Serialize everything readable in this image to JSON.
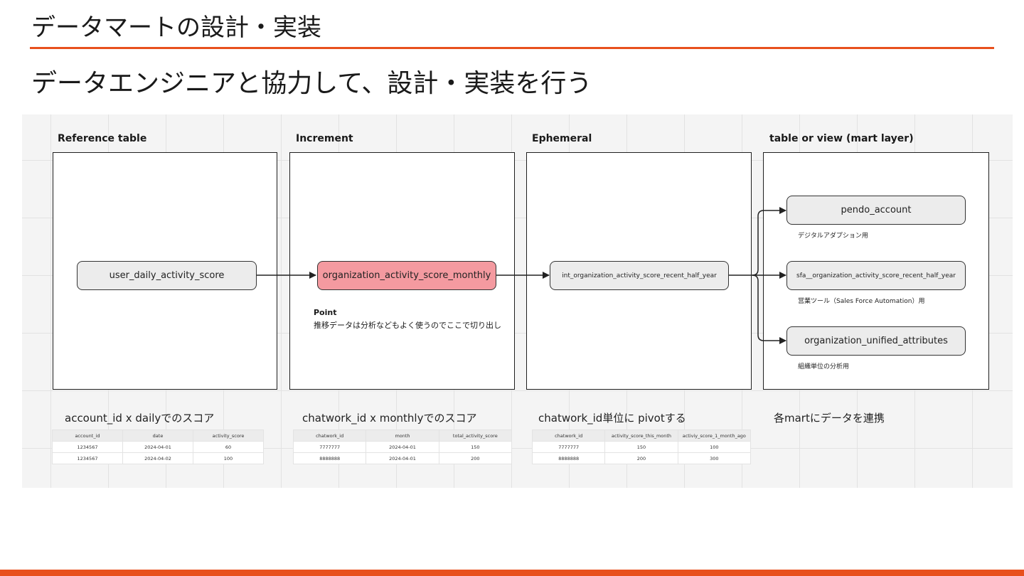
{
  "page": {
    "title": "データマートの設計・実装",
    "subtitle": "データエンジニアと協力して、設計・実装を行う"
  },
  "accent_color": "#e8501d",
  "highlight_color": "#f49aa0",
  "columns": [
    {
      "header": "Reference table",
      "caption": "account_id x dailyでのスコア"
    },
    {
      "header": "Increment",
      "caption": "chatwork_id x monthlyでのスコア"
    },
    {
      "header": "Ephemeral",
      "caption": "chatwork_id単位に pivotする"
    },
    {
      "header": "table or view (mart layer)",
      "caption": "各martにデータを連携"
    }
  ],
  "nodes": {
    "user_daily": "user_daily_activity_score",
    "org_monthly": "organization_activity_score_monthly",
    "int_org": "int_organization_activity_score_recent_half_year",
    "pendo": "pendo_account",
    "sfa": "sfa__organization_activity_score_recent_half_year",
    "unified": "organization_unified_attributes"
  },
  "notes": {
    "pendo": "デジタルアダプション用",
    "sfa": "営業ツール（Sales Force Automation）用",
    "unified": "組織単位の分析用"
  },
  "point": {
    "title": "Point",
    "text": "推移データは分析などもよく使うのでここで切り出し"
  },
  "tables": [
    {
      "headers": [
        "account_id",
        "date",
        "activity_score"
      ],
      "rows": [
        [
          "1234567",
          "2024-04-01",
          "60"
        ],
        [
          "1234567",
          "2024-04-02",
          "100"
        ]
      ]
    },
    {
      "headers": [
        "chatwork_id",
        "month",
        "total_activity_score"
      ],
      "rows": [
        [
          "7777777",
          "2024-04-01",
          "150"
        ],
        [
          "8888888",
          "2024-04-01",
          "200"
        ]
      ]
    },
    {
      "headers": [
        "chatwork_id",
        "activity_score_this_month",
        "activiy_score_1_month_ago"
      ],
      "rows": [
        [
          "7777777",
          "150",
          "100"
        ],
        [
          "8888888",
          "200",
          "300"
        ]
      ]
    }
  ]
}
